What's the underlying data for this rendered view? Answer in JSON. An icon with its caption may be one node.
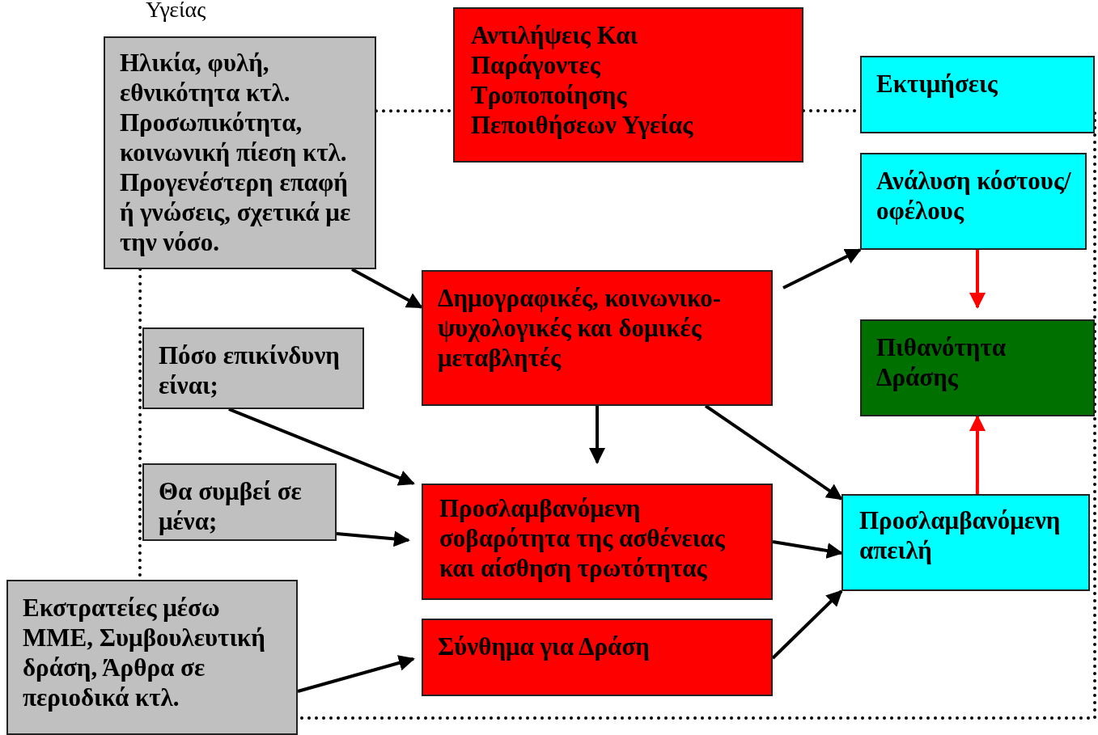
{
  "diagram": {
    "nodes": [
      {
        "text": [
          "Ηλικία, φυλή, εθνικότητα κτλ. Προσωπικότητα, κοινωνική πίεση κτλ. Προγενέστερη επαφή ή γνώσεις,  σχετικά με την νόσο."
        ]
      },
      {
        "text": [
          "Αντιλήψεις Και Παράγοντες Τροποποίησης Πεποιθήσεων Υγείας"
        ]
      },
      {
        "text": [
          "Εκτιμήσεις"
        ]
      },
      {
        "text": [
          "Ανάλυση κόστους/οφέλους"
        ]
      },
      {
        "text": [
          "Δημογραφικές, κοινωνικο-ψυχολογικές και δομικές μεταβλητές"
        ]
      },
      {
        "text": [
          "Πιθανότητα Δράσης"
        ]
      },
      {
        "text": [
          "Πόσο επικίνδυνη είναι;"
        ]
      },
      {
        "text": [
          "Θα συμβεί  σε μένα;"
        ]
      },
      {
        "text": [
          "Προσλαμβανόμενη σοβαρότητα της ασθένειας και αίσθηση τρωτότητας"
        ]
      },
      {
        "text": [
          "Προσλαμβανόμενη απειλή"
        ]
      },
      {
        "text": [
          "Εκστρατείες μέσω ΜΜΕ, Συμβουλευτική δράση, Άρθρα σε περιοδικά κτλ."
        ]
      },
      {
        "text": [
          "Σύνθημα για Δράση"
        ]
      }
    ],
    "edges": [
      {
        "from": 0,
        "to": 4,
        "arrow": "to"
      },
      {
        "from": 4,
        "to": 3,
        "arrow": "to"
      },
      {
        "from": 4,
        "to": 8,
        "arrow": "to"
      },
      {
        "from": 4,
        "to": 9,
        "arrow": "to"
      },
      {
        "from": 6,
        "to": 8,
        "arrow": "to"
      },
      {
        "from": 7,
        "to": 8,
        "arrow": "to"
      },
      {
        "from": 8,
        "to": 9,
        "arrow": "to"
      },
      {
        "from": 10,
        "to": 11,
        "arrow": "to"
      },
      {
        "from": 11,
        "to": 9,
        "arrow": "to"
      },
      {
        "from": 3,
        "to": 5,
        "arrow": "to",
        "color": "#ff0000"
      },
      {
        "from": 9,
        "to": 5,
        "arrow": "to",
        "color": "#ff0000"
      },
      {
        "from": 0,
        "to": 1,
        "arrow": "none",
        "style": "dashed"
      },
      {
        "from": 1,
        "to": 2,
        "arrow": "none",
        "style": "dashed"
      },
      {
        "from": 2,
        "to": 10,
        "arrow": "none",
        "style": "dashed"
      },
      {
        "from": 0,
        "to": 10,
        "arrow": "none",
        "style": "dashed"
      }
    ],
    "labels": [
      "Υγείας"
    ]
  }
}
